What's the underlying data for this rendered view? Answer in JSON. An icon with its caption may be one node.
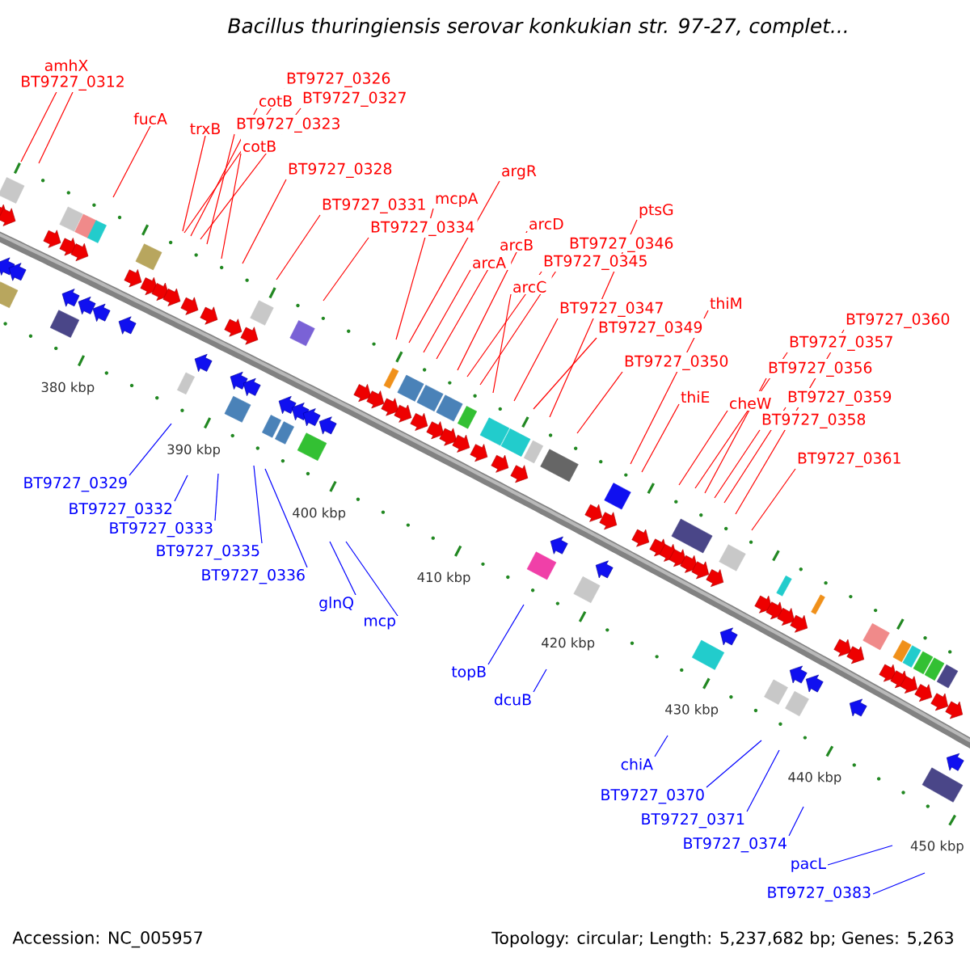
{
  "diagram": {
    "title": "Bacillus thuringiensis serovar konkukian str. 97-27, complet...",
    "nodes": [
      {
        "text": [
          "amhX"
        ]
      },
      {
        "text": [
          "BT9727_0312"
        ]
      },
      {
        "text": [
          "fucA"
        ]
      },
      {
        "text": [
          "trxB"
        ]
      },
      {
        "text": [
          "BT9727_0326"
        ]
      },
      {
        "text": [
          "cotB"
        ]
      },
      {
        "text": [
          "BT9727_0327"
        ]
      },
      {
        "text": [
          "BT9727_0323"
        ]
      },
      {
        "text": [
          "cotB"
        ]
      },
      {
        "text": [
          "BT9727_0328"
        ]
      },
      {
        "text": [
          "BT9727_0331"
        ]
      },
      {
        "text": [
          "mcpA"
        ]
      },
      {
        "text": [
          "BT9727_0334"
        ]
      },
      {
        "text": [
          "argR"
        ]
      },
      {
        "text": [
          "arcD"
        ]
      },
      {
        "text": [
          "arcB"
        ]
      },
      {
        "text": [
          "BT9727_0346"
        ]
      },
      {
        "text": [
          "arcA"
        ]
      },
      {
        "text": [
          "BT9727_0345"
        ]
      },
      {
        "text": [
          "arcC"
        ]
      },
      {
        "text": [
          "ptsG"
        ]
      },
      {
        "text": [
          "BT9727_0347"
        ]
      },
      {
        "text": [
          "BT9727_0349"
        ]
      },
      {
        "text": [
          "BT9727_0350"
        ]
      },
      {
        "text": [
          "thiM"
        ]
      },
      {
        "text": [
          "thiE"
        ]
      },
      {
        "text": [
          "cheW"
        ]
      },
      {
        "text": [
          "BT9727_0360"
        ]
      },
      {
        "text": [
          "BT9727_0357"
        ]
      },
      {
        "text": [
          "BT9727_0356"
        ]
      },
      {
        "text": [
          "BT9727_0359"
        ]
      },
      {
        "text": [
          "BT9727_0358"
        ]
      },
      {
        "text": [
          "BT9727_0361"
        ]
      },
      {
        "text": [
          "BT9727_0329"
        ]
      },
      {
        "text": [
          "BT9727_0332"
        ]
      },
      {
        "text": [
          "BT9727_0333"
        ]
      },
      {
        "text": [
          "BT9727_0335"
        ]
      },
      {
        "text": [
          "BT9727_0336"
        ]
      },
      {
        "text": [
          "glnQ"
        ]
      },
      {
        "text": [
          "mcp"
        ]
      },
      {
        "text": [
          "topB"
        ]
      },
      {
        "text": [
          "dcuB"
        ]
      },
      {
        "text": [
          "chiA"
        ]
      },
      {
        "text": [
          "BT9727_0370"
        ]
      },
      {
        "text": [
          "BT9727_0371"
        ]
      },
      {
        "text": [
          "BT9727_0374"
        ]
      },
      {
        "text": [
          "pacL"
        ]
      },
      {
        "text": [
          "BT9727_0383"
        ]
      }
    ],
    "edges": [
      {
        "from": 0,
        "to": null,
        "arrow": "none"
      },
      {
        "from": 1,
        "to": null,
        "arrow": "none"
      },
      {
        "from": 2,
        "to": null,
        "arrow": "none"
      },
      {
        "from": 3,
        "to": null,
        "arrow": "none"
      },
      {
        "from": 4,
        "to": null,
        "arrow": "none"
      },
      {
        "from": 5,
        "to": null,
        "arrow": "none"
      },
      {
        "from": 6,
        "to": null,
        "arrow": "none"
      },
      {
        "from": 7,
        "to": null,
        "arrow": "none"
      },
      {
        "from": 8,
        "to": null,
        "arrow": "none"
      },
      {
        "from": 9,
        "to": null,
        "arrow": "none"
      },
      {
        "from": 10,
        "to": null,
        "arrow": "none"
      },
      {
        "from": 11,
        "to": null,
        "arrow": "none"
      },
      {
        "from": 12,
        "to": null,
        "arrow": "none"
      },
      {
        "from": 13,
        "to": null,
        "arrow": "none"
      },
      {
        "from": 14,
        "to": null,
        "arrow": "none"
      },
      {
        "from": 15,
        "to": null,
        "arrow": "none"
      },
      {
        "from": 16,
        "to": null,
        "arrow": "none"
      },
      {
        "from": 17,
        "to": null,
        "arrow": "none"
      },
      {
        "from": 18,
        "to": null,
        "arrow": "none"
      },
      {
        "from": 19,
        "to": null,
        "arrow": "none"
      },
      {
        "from": 20,
        "to": null,
        "arrow": "none"
      },
      {
        "from": 21,
        "to": null,
        "arrow": "none"
      },
      {
        "from": 22,
        "to": null,
        "arrow": "none"
      },
      {
        "from": 23,
        "to": null,
        "arrow": "none"
      },
      {
        "from": 24,
        "to": null,
        "arrow": "none"
      },
      {
        "from": 25,
        "to": null,
        "arrow": "none"
      },
      {
        "from": 26,
        "to": null,
        "arrow": "none"
      },
      {
        "from": 27,
        "to": null,
        "arrow": "none"
      },
      {
        "from": 28,
        "to": null,
        "arrow": "none"
      },
      {
        "from": 29,
        "to": null,
        "arrow": "none"
      },
      {
        "from": 30,
        "to": null,
        "arrow": "none"
      },
      {
        "from": 31,
        "to": null,
        "arrow": "none"
      },
      {
        "from": 32,
        "to": null,
        "arrow": "none"
      },
      {
        "from": 33,
        "to": null,
        "arrow": "none",
        "color": "#0000ff"
      },
      {
        "from": 34,
        "to": null,
        "arrow": "none",
        "color": "#0000ff"
      },
      {
        "from": 35,
        "to": null,
        "arrow": "none",
        "color": "#0000ff"
      },
      {
        "from": 36,
        "to": null,
        "arrow": "none",
        "color": "#0000ff"
      },
      {
        "from": 37,
        "to": null,
        "arrow": "none",
        "color": "#0000ff"
      },
      {
        "from": 38,
        "to": null,
        "arrow": "none",
        "color": "#0000ff"
      },
      {
        "from": 39,
        "to": null,
        "arrow": "none",
        "color": "#0000ff"
      },
      {
        "from": 40,
        "to": null,
        "arrow": "none",
        "color": "#0000ff"
      },
      {
        "from": 41,
        "to": null,
        "arrow": "none",
        "color": "#0000ff"
      },
      {
        "from": 42,
        "to": null,
        "arrow": "none",
        "color": "#0000ff"
      },
      {
        "from": 43,
        "to": null,
        "arrow": "none",
        "color": "#0000ff"
      },
      {
        "from": 44,
        "to": null,
        "arrow": "none",
        "color": "#0000ff"
      },
      {
        "from": 45,
        "to": null,
        "arrow": "none",
        "color": "#0000ff"
      },
      {
        "from": 46,
        "to": null,
        "arrow": "none",
        "color": "#0000ff"
      },
      {
        "from": 47,
        "to": null,
        "arrow": "none",
        "color": "#0000ff"
      }
    ],
    "labels": [
      "380 kbp",
      "390 kbp",
      "400 kbp",
      "410 kbp",
      "420 kbp",
      "430 kbp",
      "440 kbp",
      "450 kbp",
      "Accession: NC_005957",
      "Topology: circular; Length: 5,237,682 bp; Genes: 5,263"
    ]
  }
}
